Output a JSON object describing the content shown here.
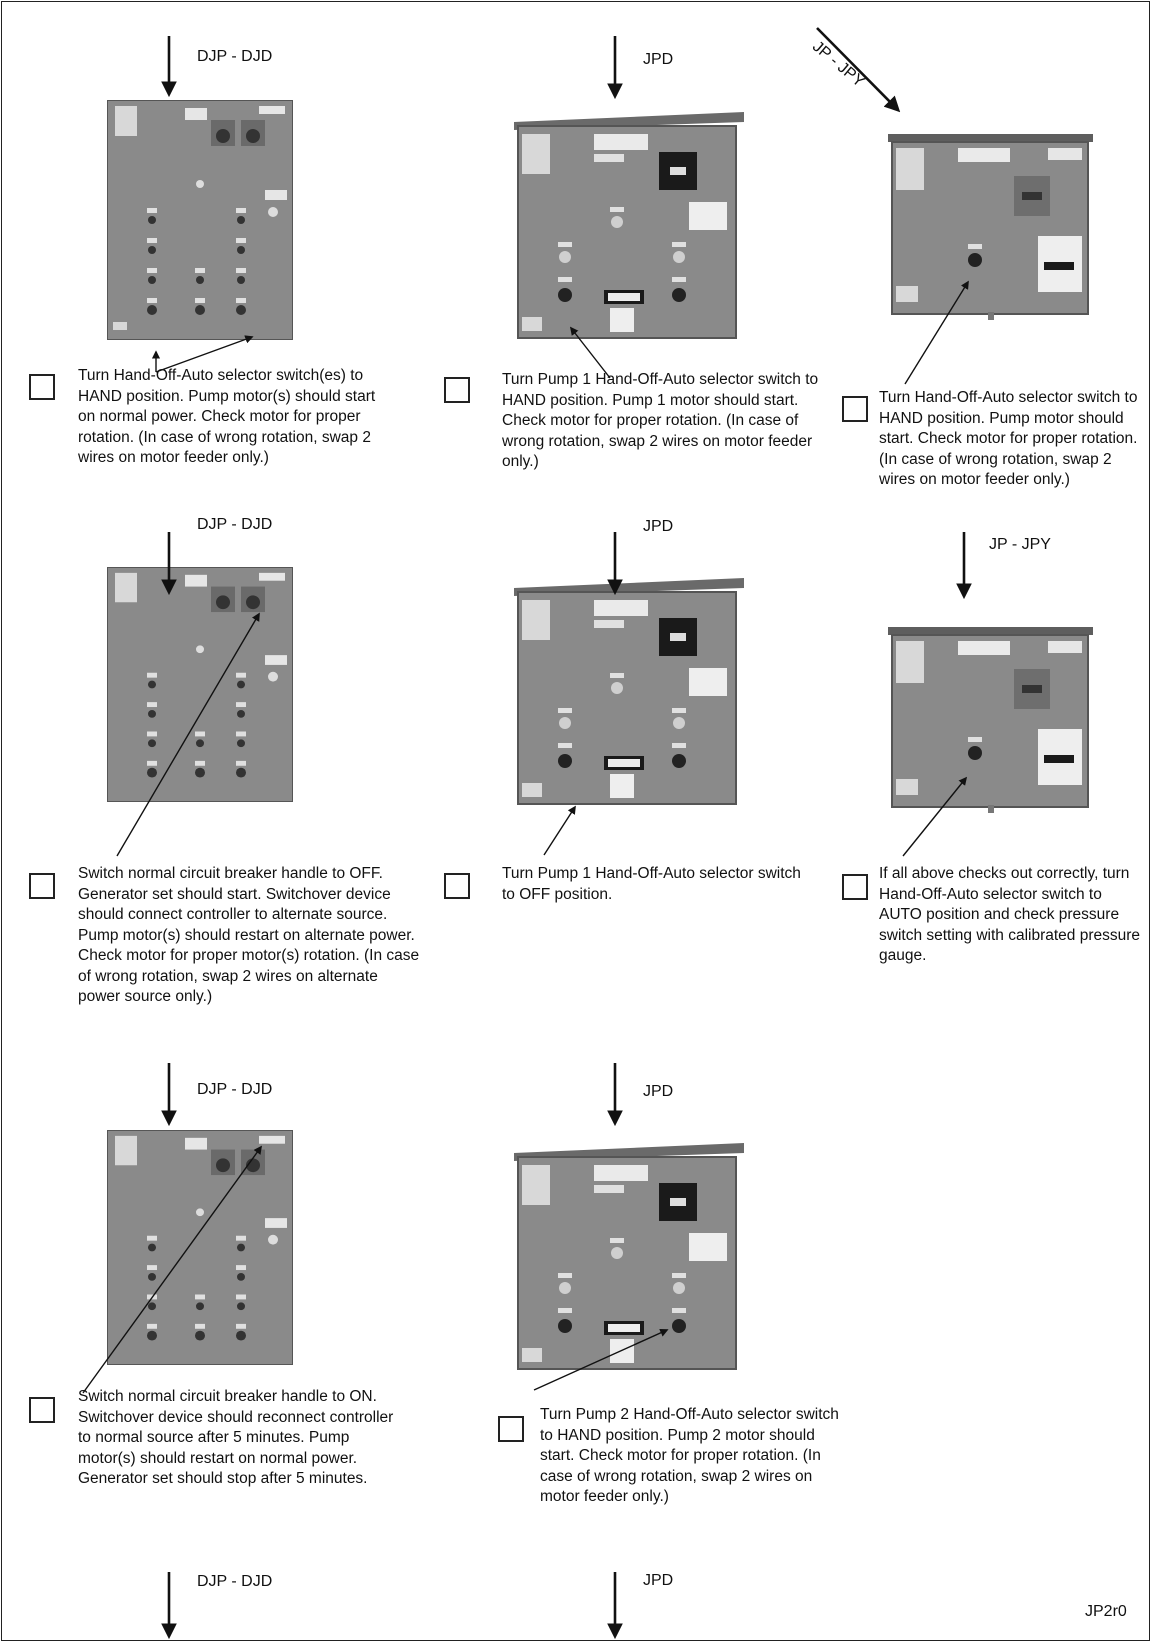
{
  "sheet_id": "JP2r0",
  "columns": {
    "djp": {
      "labels": [
        "DJP - DJD",
        "DJP - DJD",
        "DJP - DJD",
        "DJP - DJD"
      ],
      "steps": [
        "Turn Hand-Off-Auto selector switch(es) to HAND position. Pump motor(s) should start on normal power. Check motor for proper rotation. (In case of wrong rotation, swap 2 wires on motor feeder only.)",
        "Switch normal circuit breaker handle to OFF. Generator set should start. Switchover device should connect controller to alternate source. Pump motor(s) should restart on alternate power. Check motor for proper motor(s) rotation. (In case of  wrong rotation, swap 2 wires on alternate power source only.)",
        "Switch normal circuit breaker handle to ON. Switchover device should reconnect controller to normal source after 5 minutes. Pump motor(s) should restart on normal power. Generator set should stop after 5 minutes."
      ]
    },
    "jpd": {
      "labels": [
        "JPD",
        "JPD",
        "JPD",
        "JPD"
      ],
      "steps": [
        "Turn Pump 1 Hand-Off-Auto selector switch to HAND position. Pump 1 motor should start. Check motor for proper rotation. (In case of wrong rotation, swap 2 wires on motor feeder only.)",
        "Turn Pump 1 Hand-Off-Auto selector switch to OFF position.",
        "Turn Pump 2 Hand-Off-Auto selector switch to HAND position. Pump 2 motor should start. Check motor for proper rotation. (In case of wrong rotation, swap 2 wires on motor feeder only.)"
      ]
    },
    "jp": {
      "labels": [
        "JP - JPY",
        "JP - JPY"
      ],
      "steps": [
        "Turn Hand-Off-Auto selector switch to HAND position. Pump motor should start. Check motor for proper rotation. (In case of wrong rotation, swap 2 wires on motor feeder only.)",
        "If all above checks out correctly, turn Hand-Off-Auto selector switch to AUTO position and check pressure switch setting with calibrated pressure gauge."
      ]
    }
  },
  "colors": {
    "ink": "#111111",
    "panel": "#8a8a8a",
    "panel_dark": "#5e5e5e",
    "paper": "#ffffff"
  }
}
